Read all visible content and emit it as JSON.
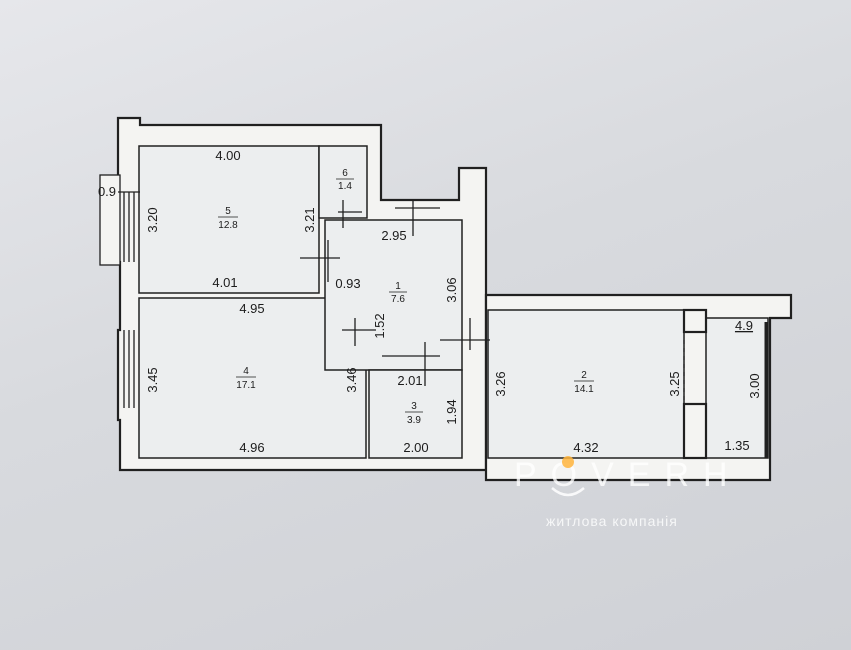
{
  "rooms": [
    {
      "id": "room-1",
      "number": "1",
      "area": "7.6"
    },
    {
      "id": "room-2",
      "number": "2",
      "area": "14.1"
    },
    {
      "id": "room-3",
      "number": "3",
      "area": "3.9"
    },
    {
      "id": "room-4",
      "number": "4",
      "area": "17.1"
    },
    {
      "id": "room-5",
      "number": "5",
      "area": "12.8"
    },
    {
      "id": "room-6",
      "number": "6",
      "area": "1.4"
    }
  ],
  "dimensions": {
    "r5_top": "4.00",
    "r5_left": "3.20",
    "r5_right": "3.21",
    "r5_bottom": "4.01",
    "window_left": "0.9",
    "r1_top": "2.95",
    "r1_right": "3.06",
    "r1_gap": "0.93",
    "r1_height": "1.52",
    "r4_top": "4.95",
    "r4_left": "3.45",
    "r4_right": "3.46",
    "r4_bottom": "4.96",
    "r3_top": "2.01",
    "r3_right": "1.94",
    "r3_bottom": "2.00",
    "r2_left": "3.26",
    "r2_right": "3.25",
    "r2_bottom": "4.32",
    "balcony_top": "4.9",
    "balcony_right": "3.00",
    "balcony_bottom": "1.35"
  },
  "watermark": {
    "brand": "POVERH",
    "tagline": "житлова компанія"
  }
}
